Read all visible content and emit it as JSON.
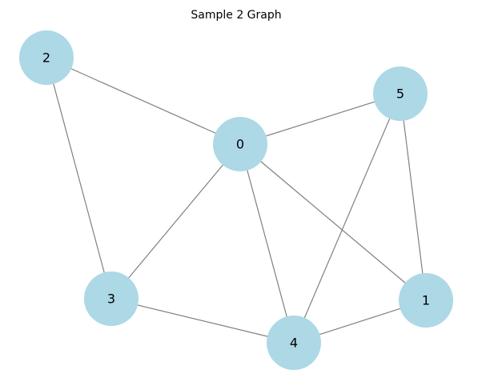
{
  "title": "Sample 2 Graph",
  "colors": {
    "node_fill": "#add8e6",
    "edge_stroke": "#808080",
    "label": "#000000",
    "background": "#ffffff"
  },
  "graph": {
    "nodes": [
      {
        "id": "0",
        "label": "0"
      },
      {
        "id": "1",
        "label": "1"
      },
      {
        "id": "2",
        "label": "2"
      },
      {
        "id": "3",
        "label": "3"
      },
      {
        "id": "4",
        "label": "4"
      },
      {
        "id": "5",
        "label": "5"
      }
    ],
    "edges": [
      {
        "source": "0",
        "target": "2"
      },
      {
        "source": "0",
        "target": "5"
      },
      {
        "source": "0",
        "target": "3"
      },
      {
        "source": "0",
        "target": "4"
      },
      {
        "source": "0",
        "target": "1"
      },
      {
        "source": "2",
        "target": "3"
      },
      {
        "source": "5",
        "target": "4"
      },
      {
        "source": "5",
        "target": "1"
      },
      {
        "source": "3",
        "target": "4"
      },
      {
        "source": "4",
        "target": "1"
      }
    ]
  }
}
